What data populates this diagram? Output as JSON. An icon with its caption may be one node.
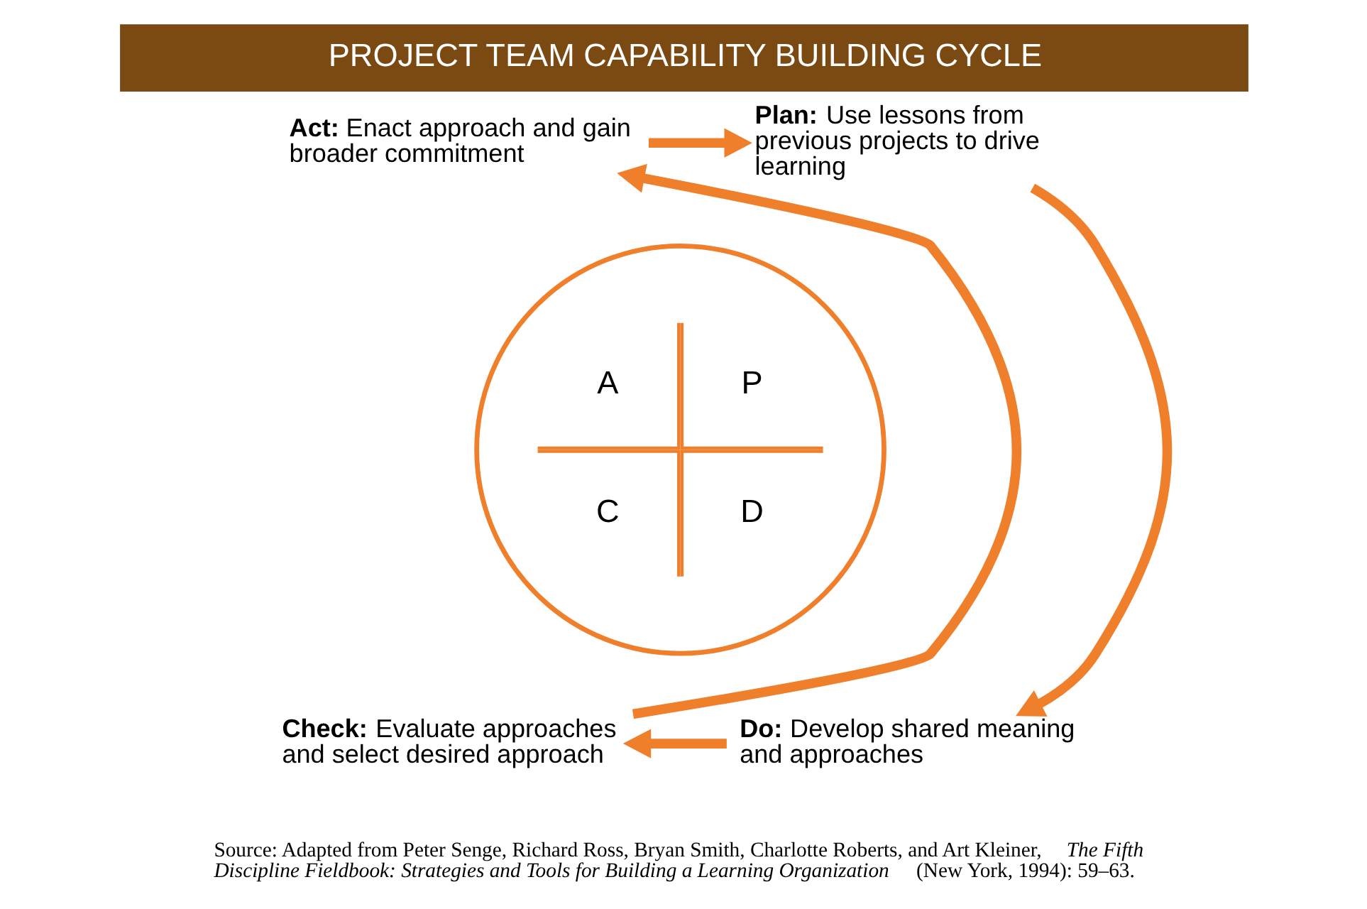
{
  "diagram": {
    "title": "PROJECT TEAM CAPABILITY BUILDING CYCLE",
    "caption": "Source: Adapted from Peter Senge, Richard Ross, Bryan Smith, Charlotte Roberts, and Art Kleiner, *The Fifth Discipline Fieldbook: Strategies and Tools for Building a Learning Organization* (New York, 1994): 59–63.",
    "nodes": [
      {
        "text": [
          "**Act:** Enact approach and gain broader commitment"
        ]
      },
      {
        "text": [
          "**Plan:** Use lessons from previous projects to drive learning"
        ]
      },
      {
        "text": [
          "A",
          "P",
          "C",
          "D"
        ]
      },
      {
        "text": [
          "**Check:** Evaluate approaches and select desired approach"
        ]
      },
      {
        "text": [
          "**Do:** Develop shared meaning and approaches"
        ]
      }
    ],
    "edges": [
      {
        "from": 0,
        "to": 1,
        "arrow": "to"
      },
      {
        "from": 1,
        "to": 4,
        "arrow": "to"
      },
      {
        "from": 4,
        "to": 3,
        "arrow": "to"
      },
      {
        "from": 3,
        "to": 0,
        "arrow": "to"
      }
    ]
  }
}
